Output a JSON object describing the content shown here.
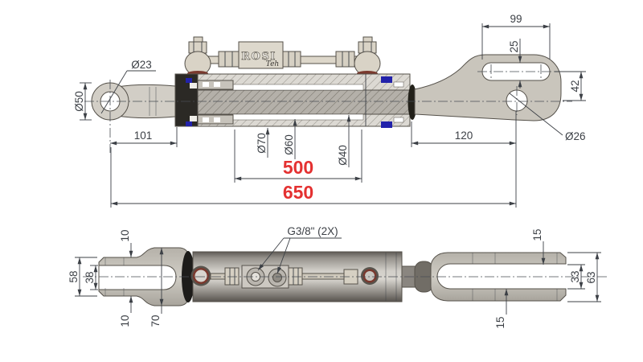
{
  "drawing": {
    "logo": {
      "brand": "ROSI",
      "sub": "Teh"
    },
    "colors": {
      "dim_red": "#e43131",
      "dim_line": "#3c4046",
      "seal_blue": "#2222aa",
      "washer_maroon": "#7a392e",
      "metal_light": "#cfccc4",
      "gland_black": "#2b2925"
    },
    "top_view": {
      "dims": {
        "phi23": "Ø23",
        "phi50": "Ø50",
        "len101": "101",
        "phi70": "Ø70",
        "phi60": "Ø60",
        "phi40": "Ø40",
        "len500": "500",
        "len650": "650",
        "len120": "120",
        "len99": "99",
        "len25": "25",
        "len42": "42",
        "phi26": "Ø26"
      }
    },
    "bottom_view": {
      "port_label": "G3/8\" (2X)",
      "dims": {
        "t10_top": "10",
        "w58": "58",
        "w38": "38",
        "t10_bottom": "10",
        "h70": "70",
        "t15_top": "15",
        "w33": "33",
        "h63": "63",
        "t15_bottom": "15"
      }
    }
  }
}
